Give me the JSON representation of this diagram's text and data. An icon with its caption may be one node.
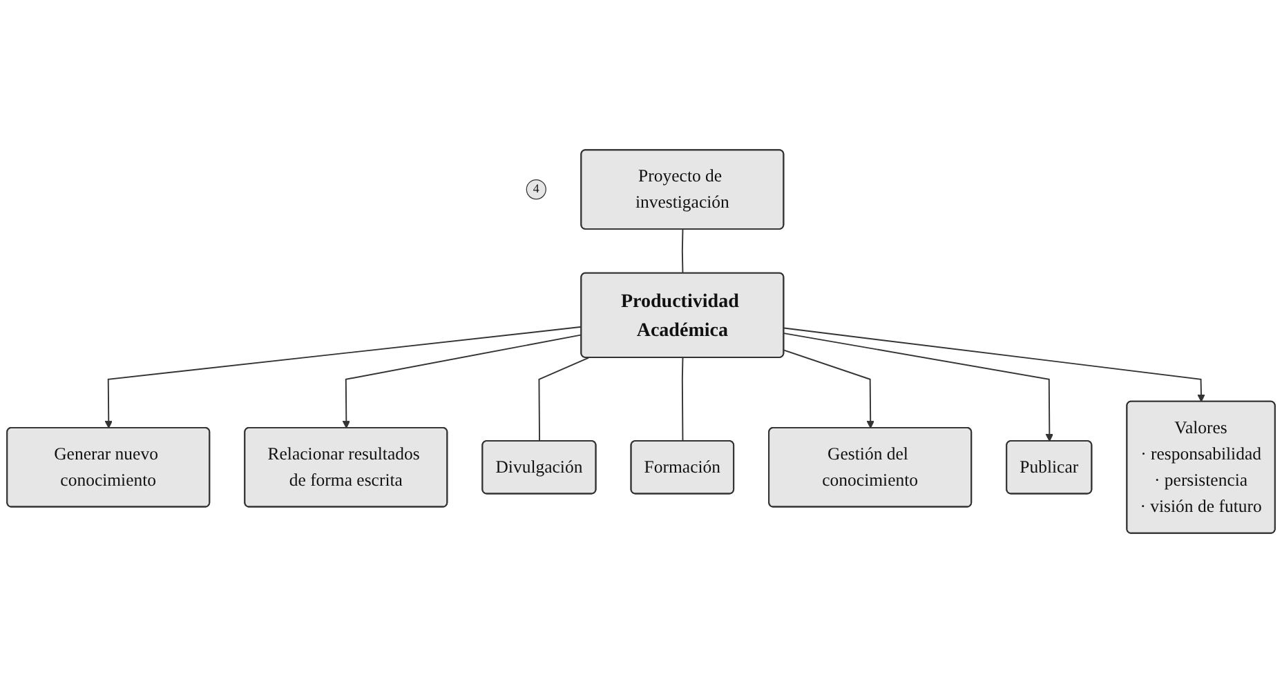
{
  "diagram": {
    "nodes": [
      {
        "text": [
          "4"
        ]
      },
      {
        "text": [
          "Generar nuevo conocimiento"
        ]
      },
      {
        "text": [
          "Proyecto de investigación"
        ]
      },
      {
        "text": [
          "Relacionar resultados de forma escrita"
        ]
      },
      {
        "text": [
          "Productividad Académica"
        ]
      },
      {
        "text": [
          "Divulgación"
        ]
      },
      {
        "text": [
          "Formación"
        ]
      },
      {
        "text": [
          "Gestión del conocimiento"
        ]
      },
      {
        "text": [
          "Publicar"
        ]
      },
      {
        "text": [
          "Valores",
          "· responsabilidad",
          "· persistencia",
          "· visión de futuro"
        ]
      }
    ],
    "edges": [
      {
        "from": 2,
        "to": 4,
        "arrow": "none"
      },
      {
        "from": 4,
        "to": 1,
        "arrow": "to"
      },
      {
        "from": 4,
        "to": 3,
        "arrow": "to"
      },
      {
        "from": 4,
        "to": 5,
        "arrow": "none"
      },
      {
        "from": 4,
        "to": 6,
        "arrow": "none"
      },
      {
        "from": 4,
        "to": 7,
        "arrow": "to"
      },
      {
        "from": 4,
        "to": 8,
        "arrow": "to"
      },
      {
        "from": 4,
        "to": 9,
        "arrow": "to"
      }
    ]
  }
}
